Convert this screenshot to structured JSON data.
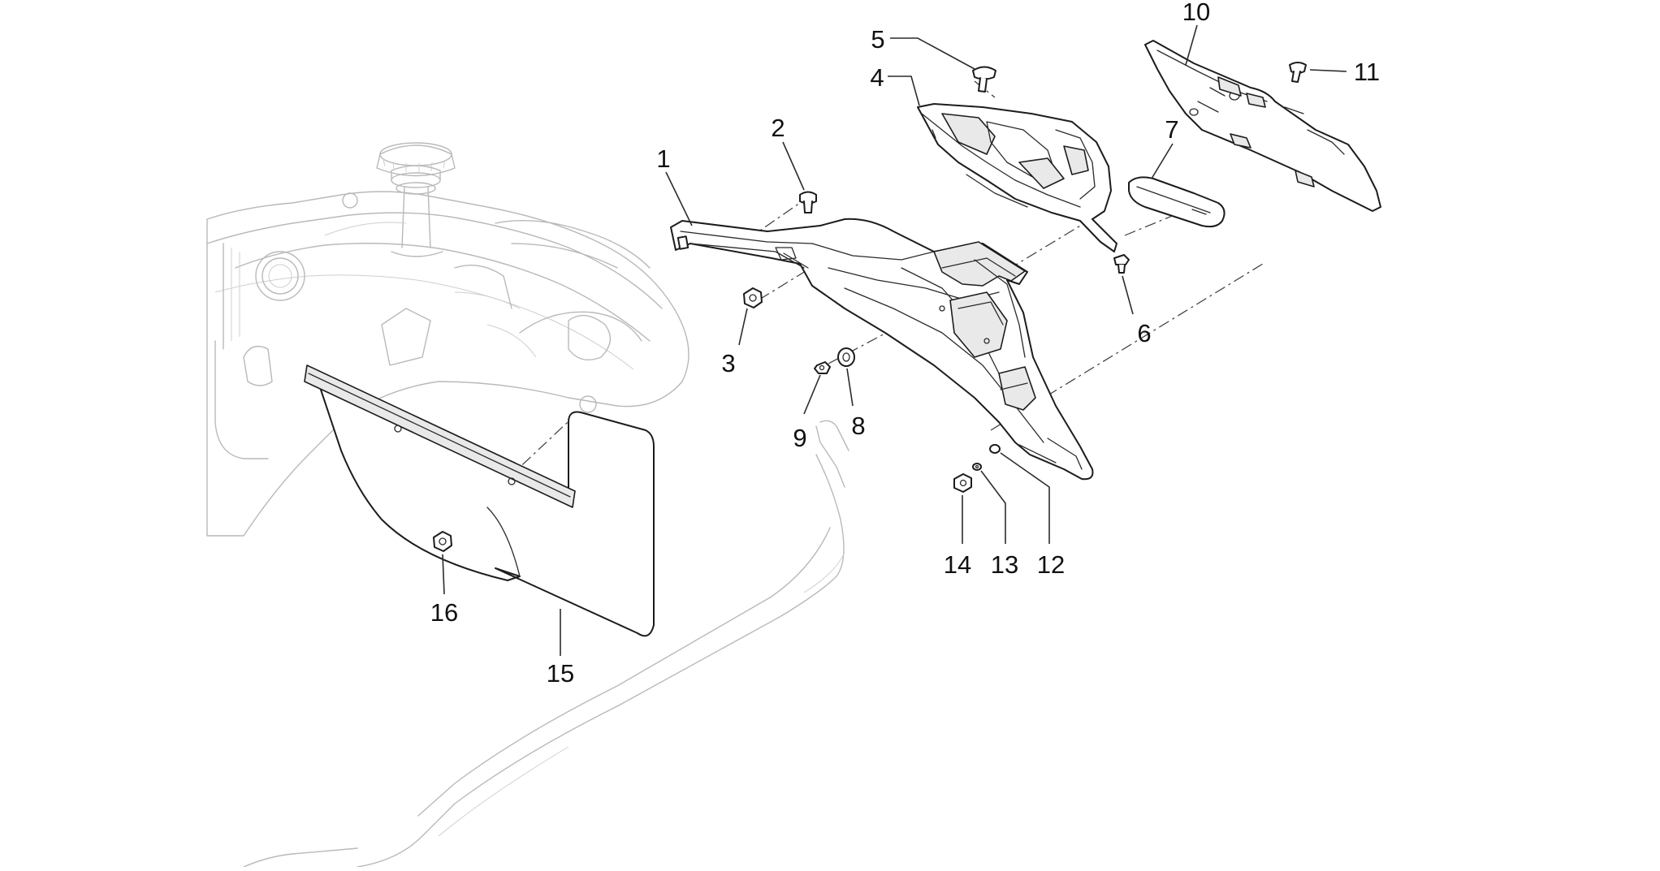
{
  "diagram": {
    "callouts": [
      "1",
      "2",
      "3",
      "4",
      "5",
      "6",
      "7",
      "8",
      "9",
      "10",
      "11",
      "12",
      "13",
      "14",
      "15",
      "16"
    ]
  },
  "colors": {
    "line": "#1c1c1c",
    "ghost": "#b9b9b9",
    "background": "#ffffff"
  },
  "icons": [
    "cap-cap-icon"
  ]
}
